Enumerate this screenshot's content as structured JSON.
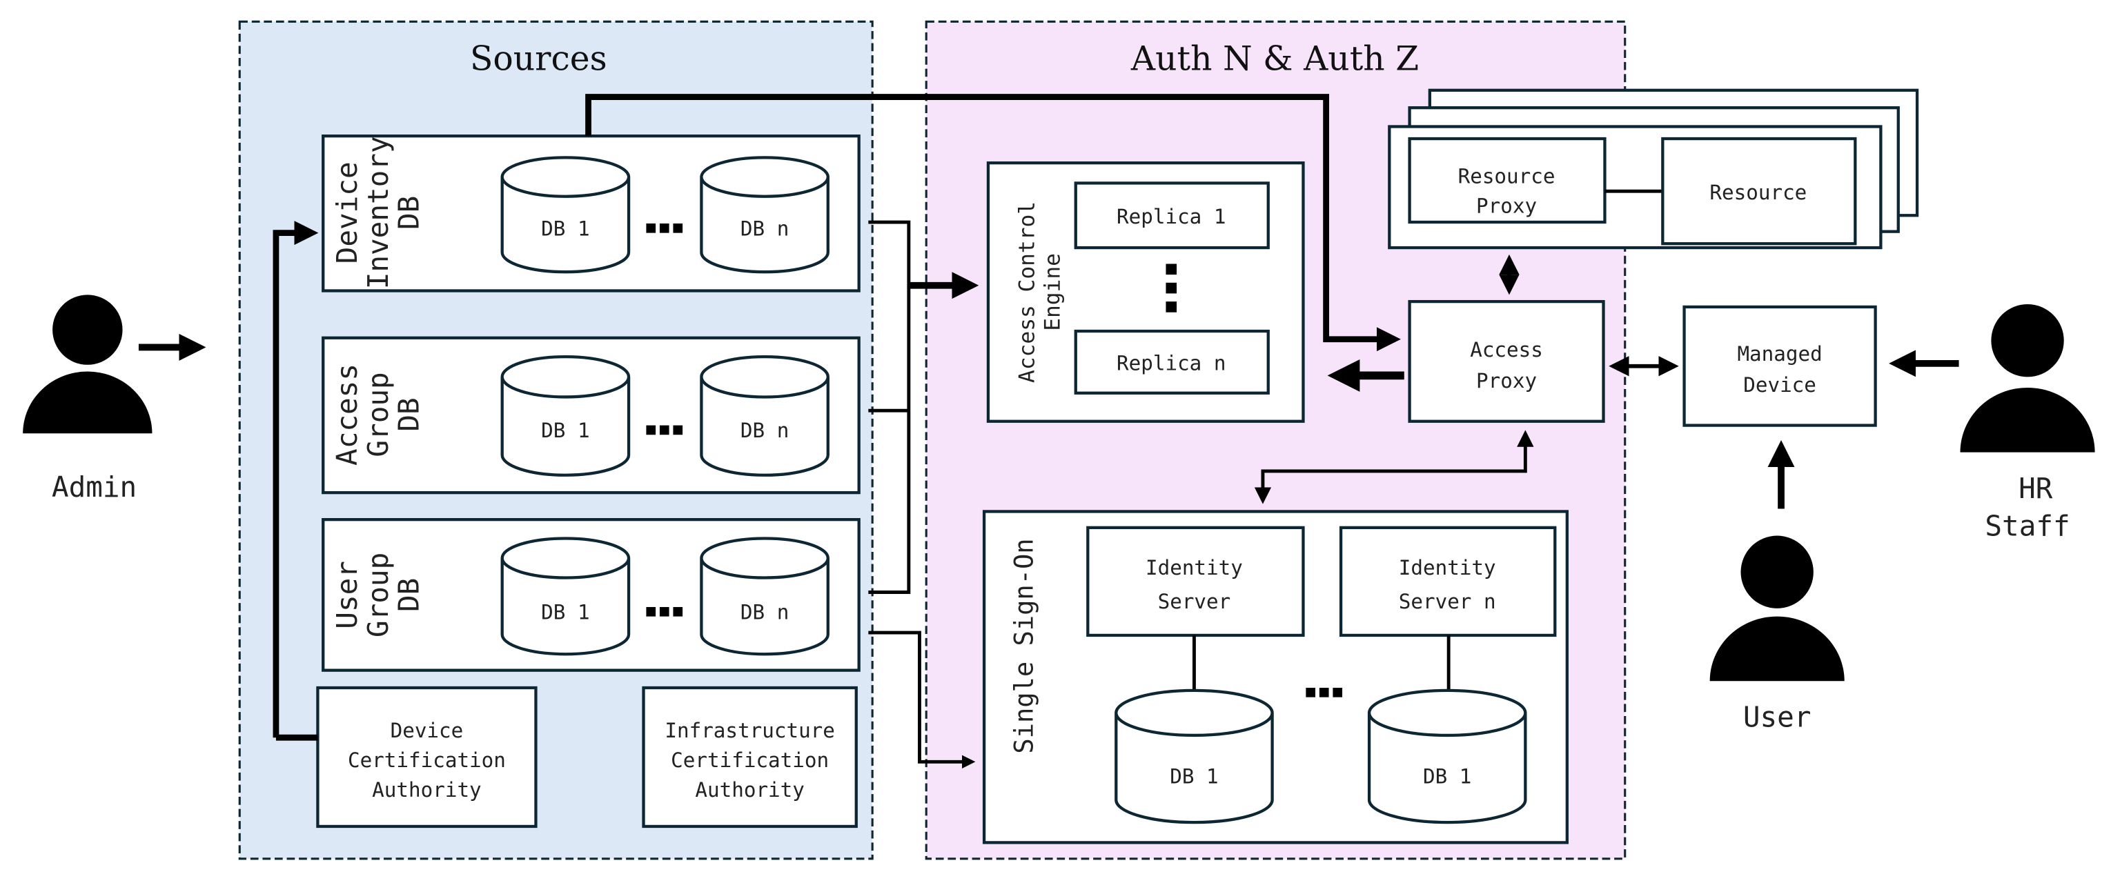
{
  "sources": {
    "title": "Sources",
    "device_inventory": {
      "label_lines": [
        "Device",
        "Inventory",
        "DB"
      ],
      "db_first": "DB 1",
      "db_last": "DB n"
    },
    "access_group": {
      "label_lines": [
        "Access",
        "Group",
        "DB"
      ],
      "db_first": "DB 1",
      "db_last": "DB n"
    },
    "user_group": {
      "label_lines": [
        "User",
        "Group",
        "DB"
      ],
      "db_first": "DB 1",
      "db_last": "DB n"
    },
    "device_ca": {
      "lines": [
        "Device",
        "Certification",
        "Authority"
      ]
    },
    "infra_ca": {
      "lines": [
        "Infrastructure",
        "Certification",
        "Authority"
      ]
    }
  },
  "auth": {
    "title": "Auth N & Auth Z",
    "access_control_engine": {
      "label_lines": [
        "Access Control",
        "Engine"
      ],
      "replica_first": "Replica 1",
      "replica_last": "Replica n"
    },
    "resource_proxy": {
      "lines": [
        "Resource",
        "Proxy"
      ]
    },
    "resource": {
      "label": "Resource"
    },
    "access_proxy": {
      "lines": [
        "Access",
        "Proxy"
      ]
    },
    "sso": {
      "label": "Single Sign-On",
      "identity_server": [
        "Identity",
        "Server"
      ],
      "identity_server_n": [
        "Identity",
        "Server n"
      ],
      "db_first": "DB 1",
      "db_last": "DB 1"
    }
  },
  "managed_device": {
    "lines": [
      "Managed",
      "Device"
    ]
  },
  "actors": {
    "admin": "Admin",
    "hr_staff": [
      "HR",
      "Staff"
    ],
    "user": "User"
  },
  "colors": {
    "sources_bg": "#dce8f5",
    "auth_bg": "#f7e4fa",
    "border": "#0d2633"
  }
}
